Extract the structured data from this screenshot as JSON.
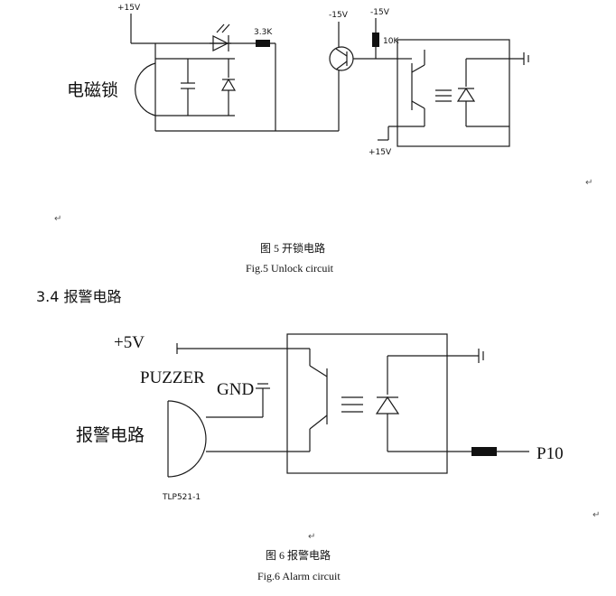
{
  "figure5": {
    "labels": {
      "plus15v_top": "+15V",
      "resistor1": "3.3K",
      "minus15v_transistor": "-15V",
      "minus15v_opto": "-15V",
      "resistor2": "10K",
      "plus15v_bottom": "+15V",
      "lock": "电磁锁"
    },
    "caption_cn": "图 5  开锁电路",
    "caption_en": "Fig.5 Unlock circuit"
  },
  "section_heading": "3.4 报警电路",
  "figure6": {
    "labels": {
      "plus5v": "+5V",
      "buzzer": "PUZZER",
      "gnd": "GND",
      "alarm": "报警电路",
      "chip": "TLP521-1",
      "p10": "P10"
    },
    "caption_cn": "图 6   报警电路",
    "caption_en": "Fig.6  Alarm circuit"
  },
  "paragraph_mark": "↵"
}
